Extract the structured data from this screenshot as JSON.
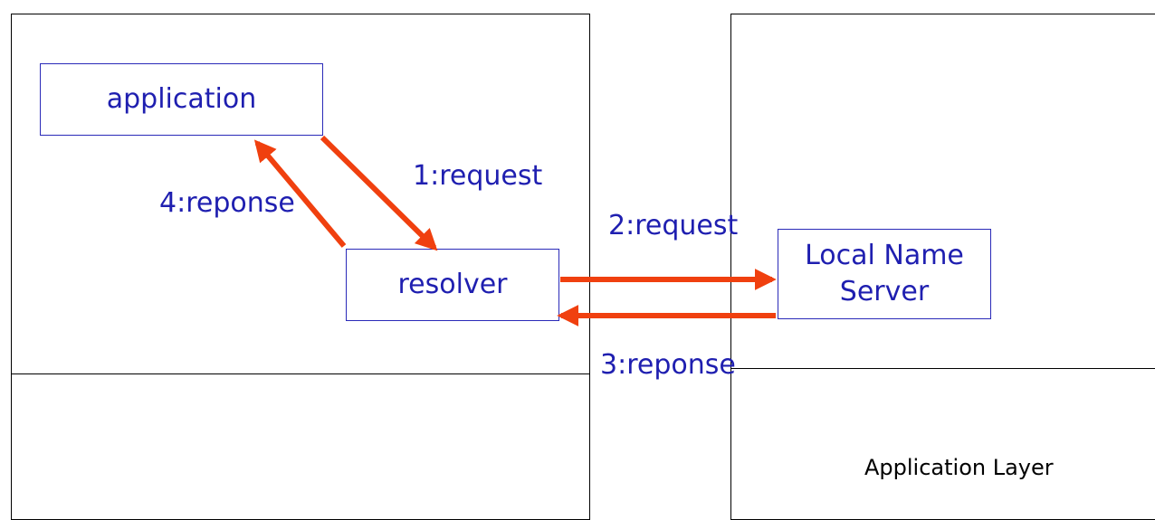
{
  "colors": {
    "arrow": "#f0400f",
    "node_text": "#1f1fb0",
    "node_border": "#2a2ab8",
    "frame": "#000000"
  },
  "nodes": {
    "application": {
      "line1": "application"
    },
    "resolver": {
      "line1": "resolver"
    },
    "local_name_server": {
      "line1": "Local Name",
      "line2": "Server"
    }
  },
  "messages": {
    "step1": "1:request",
    "step2": "2:request",
    "step3": "3:reponse",
    "step4": "4:reponse"
  },
  "footer": {
    "caption": "Application Layer"
  }
}
